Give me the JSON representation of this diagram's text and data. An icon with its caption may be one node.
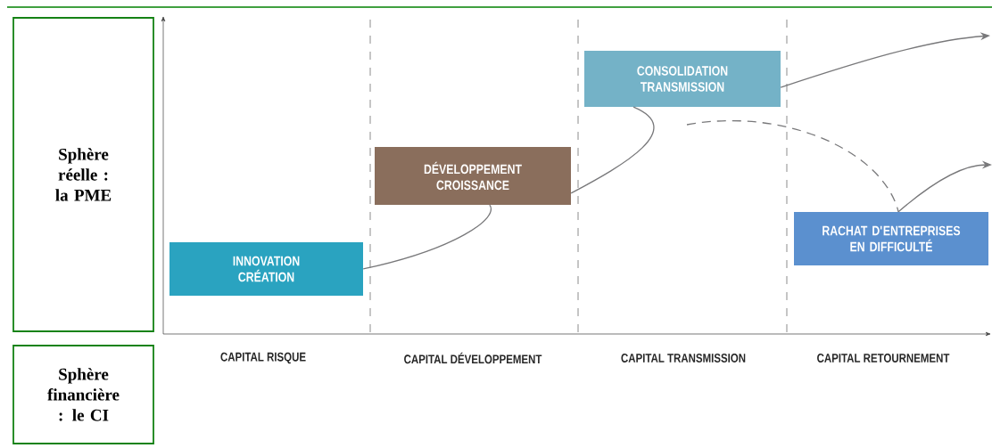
{
  "diagram": {
    "nodes": [
      {
        "text": [
          "Sphère réelle : la PME"
        ]
      },
      {
        "text": [
          "Sphère financière : le CI"
        ]
      },
      {
        "text": [
          "INNOVATION CRÉATION"
        ]
      },
      {
        "text": [
          "DÉVELOPPEMENT CROISSANCE"
        ]
      },
      {
        "text": [
          "CONSOLIDATION TRANSMISSION"
        ]
      },
      {
        "text": [
          "RACHAT D'ENTREPRISES EN DIFFICULTÉ"
        ]
      }
    ],
    "edges": [
      {
        "from": 2,
        "to": 3,
        "arrow": "none"
      },
      {
        "from": 3,
        "to": 4,
        "arrow": "none"
      },
      {
        "from": 4,
        "to": null,
        "arrow": "to"
      },
      {
        "from": null,
        "to": 5,
        "arrow": "none",
        "style": "dashed"
      },
      {
        "from": 5,
        "to": null,
        "arrow": "to"
      }
    ],
    "labels": [
      "CAPITAL RISQUE",
      "CAPITAL DÉVELOPPEMENT",
      "CAPITAL TRANSMISSION",
      "CAPITAL RETOURNEMENT"
    ]
  }
}
